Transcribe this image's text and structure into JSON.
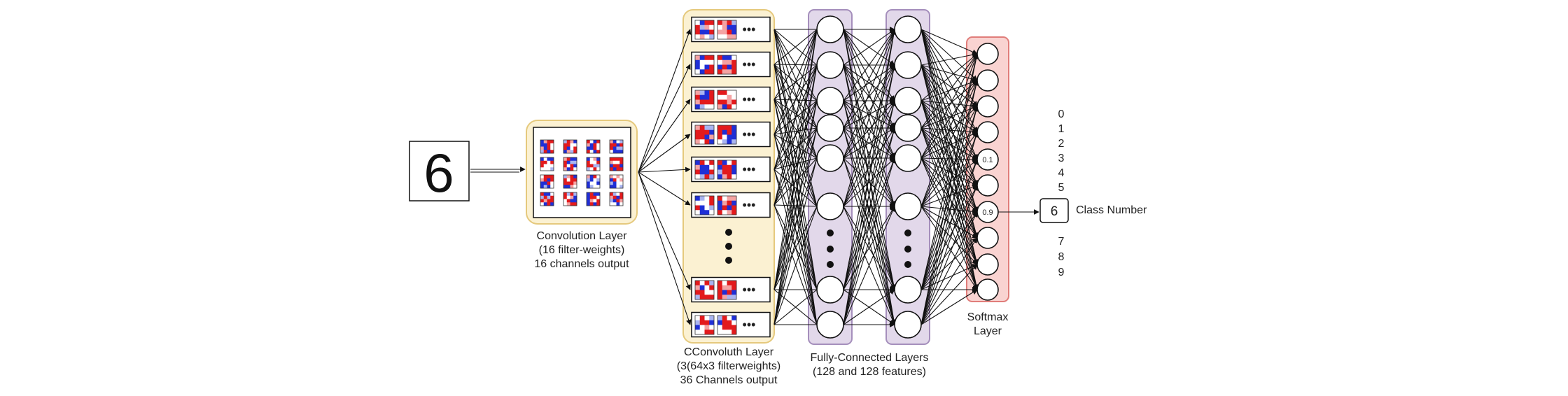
{
  "input": {
    "digit": "6"
  },
  "conv1": {
    "caption": [
      "Convolution Layer",
      "(16 filter-weights)",
      "16 channels output"
    ]
  },
  "conv2": {
    "caption": [
      "CConvoluth Layer",
      "(3(64x3 filterweights)",
      "36 Channels output"
    ],
    "ellipsis": "•••"
  },
  "fc": {
    "caption": [
      "Fully-Connected Layers",
      "(128 and 128 features)"
    ]
  },
  "softmax": {
    "caption": [
      "Softmax",
      "Layer"
    ],
    "node_values": [
      "",
      "",
      "",
      "",
      "0.1",
      "",
      "0.9",
      "",
      "",
      ""
    ]
  },
  "classes": {
    "top": [
      "0",
      "1",
      "2",
      "3",
      "4",
      "5"
    ],
    "bottom": [
      "7",
      "8",
      "9"
    ]
  },
  "output": {
    "value": "6",
    "label": "Class Number"
  },
  "colors": {
    "conv_panel_fill": "#fbf1d2",
    "conv_panel_stroke": "#e5c97d",
    "fc_panel_fill": "#e2d8ea",
    "fc_panel_stroke": "#a58fbc",
    "softmax_fill": "#f9d3d1",
    "softmax_stroke": "#e07d7a",
    "filter_red": "#e31a1c",
    "filter_blue": "#1f2fd6"
  }
}
